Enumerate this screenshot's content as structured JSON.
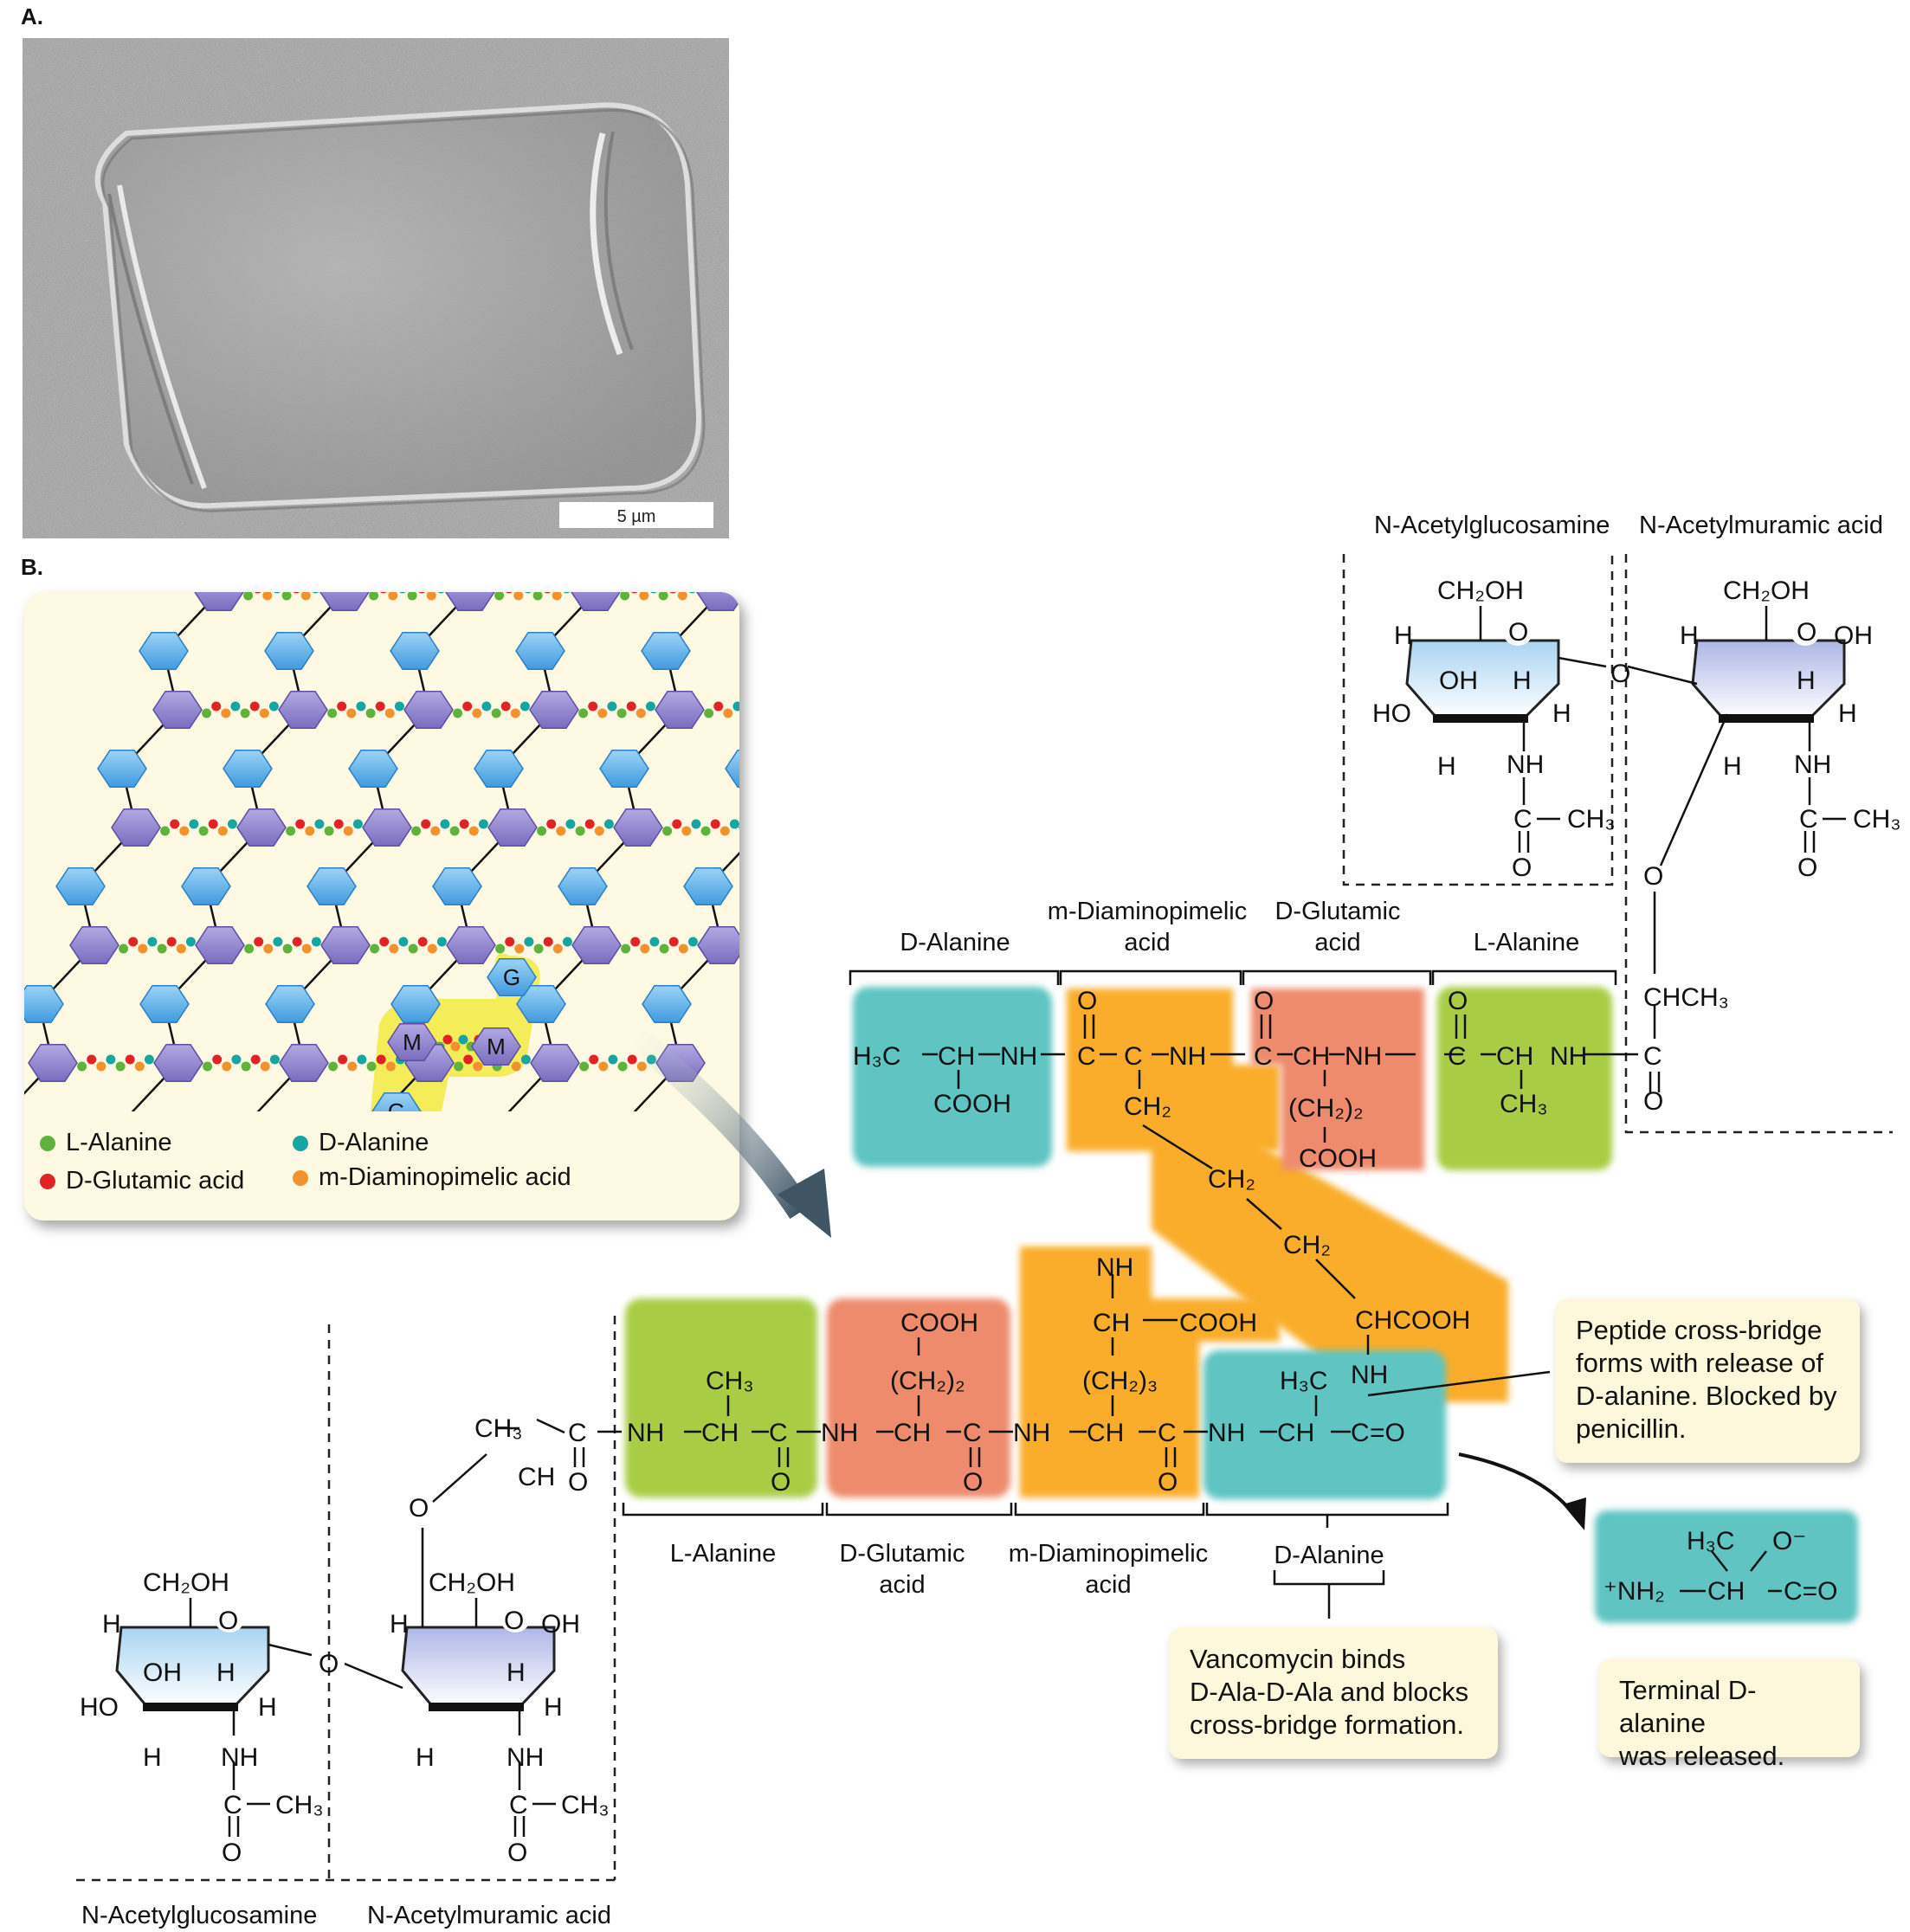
{
  "panel_a": {
    "label": "A.",
    "scale_bar": "5 µm"
  },
  "panel_b": {
    "label": "B."
  },
  "inset": {
    "legend": {
      "l_alanine": {
        "label": "L-Alanine",
        "color": "#5fb33c"
      },
      "d_alanine": {
        "label": "D-Alanine",
        "color": "#16a5a0"
      },
      "d_glutamic": {
        "label": "D-Glutamic acid",
        "color": "#e02424"
      },
      "m_dap": {
        "label": "m-Diaminopimelic acid",
        "color": "#f2922e"
      }
    },
    "hex_labels": {
      "g": "G",
      "m": "M"
    }
  },
  "top": {
    "sugar_names": {
      "nag": "N-Acetylglucosamine",
      "nam": "N-Acetylmuramic acid"
    },
    "residue_names": {
      "d_alanine": "D-Alanine",
      "m_dap_1": "m-Diaminopimelic",
      "m_dap_2": "acid",
      "d_glu_1": "D-Glutamic",
      "d_glu_2": "acid",
      "l_alanine": "L-Alanine"
    }
  },
  "bottom": {
    "sugar_names": {
      "nag": "N-Acetylglucosamine",
      "nam": "N-Acetylmuramic acid"
    },
    "residue_names": {
      "l_alanine": "L-Alanine",
      "d_glu_1": "D-Glutamic",
      "d_glu_2": "acid",
      "m_dap_1": "m-Diaminopimelic",
      "m_dap_2": "acid",
      "d_alanine": "D-Alanine"
    }
  },
  "callouts": {
    "crossbridge": [
      "Peptide cross-bridge",
      "forms with release of",
      "D-alanine. Blocked by",
      "penicillin."
    ],
    "vancomycin": [
      "Vancomycin binds",
      "D-Ala-D-Ala and blocks",
      "cross-bridge formation."
    ],
    "terminal": [
      "Terminal D-alanine",
      "was released."
    ]
  },
  "colors": {
    "l_alanine_box": "#a8cd45",
    "d_glutamic_box": "#ee8b6d",
    "m_dap_box": "#f9ad2a",
    "d_alanine_box": "#5ec4c2",
    "nag_ring": "#cfe6f7",
    "nam_ring": "#d6d9f1",
    "glycan_g": "#58b0e8",
    "glycan_m": "#8f82cb",
    "highlight": "#f4ea4a"
  }
}
